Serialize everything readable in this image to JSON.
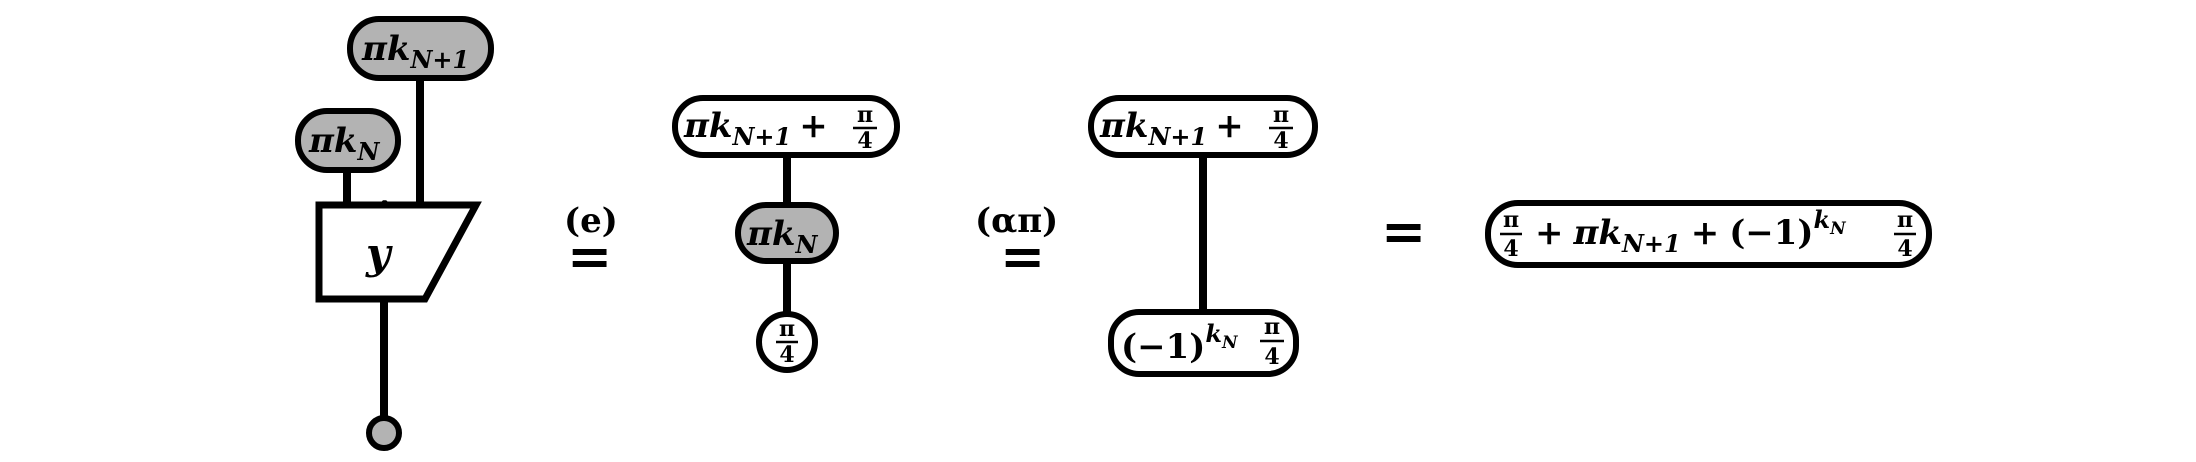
{
  "colors": {
    "spider_gray": "#b3b3b3",
    "spider_white": "#ffffff",
    "stroke": "#000000",
    "background": "#ffffff"
  },
  "panel_1": {
    "top_spider": {
      "base": "πk",
      "subscript": "N+1"
    },
    "mid_spider": {
      "base": "πk",
      "subscript": "N"
    },
    "box_label": {
      "symbol": "y",
      "accent": "^"
    }
  },
  "eq_1": {
    "rule": "(e)",
    "sign": "="
  },
  "panel_2": {
    "top_spider": {
      "base": "πk",
      "subscript": "N+1",
      "rest": "+",
      "frac_num": "π",
      "frac_den": "4"
    },
    "mid_spider": {
      "base": "πk",
      "subscript": "N"
    },
    "bottom_spider": {
      "frac_num": "π",
      "frac_den": "4"
    }
  },
  "eq_2": {
    "rule": "(απ)",
    "sign": "="
  },
  "panel_3": {
    "top_spider": {
      "base": "πk",
      "subscript": "N+1",
      "rest": "+",
      "frac_num": "π",
      "frac_den": "4"
    },
    "bottom_spider": {
      "paren": "(−1)",
      "exponent": "k",
      "exponent_sub": "N",
      "frac_num": "π",
      "frac_den": "4"
    }
  },
  "eq_3": {
    "sign": "="
  },
  "result": {
    "frac1_num": "π",
    "frac1_den": "4",
    "plus1": "+",
    "term_base": "πk",
    "term_sub": "N+1",
    "plus2": "+",
    "paren": "(−1)",
    "exponent": "k",
    "exponent_sub": "N",
    "frac2_num": "π",
    "frac2_den": "4"
  }
}
